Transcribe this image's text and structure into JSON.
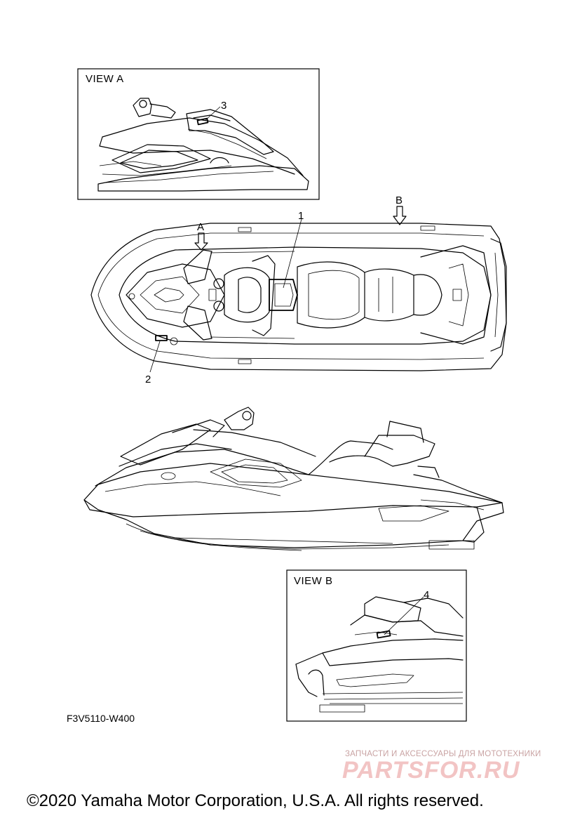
{
  "view_a": {
    "title": "VIEW A"
  },
  "view_b": {
    "title": "VIEW B"
  },
  "arrows": {
    "a": "A",
    "b": "B"
  },
  "callouts": {
    "p1": "1",
    "p2": "2",
    "p3": "3",
    "p4": "4"
  },
  "figure_code": "F3V5110-W400",
  "watermark": {
    "caption": "ЗАПЧАСТИ И АКСЕССУАРЫ ДЛЯ МОТОТЕХНИКИ",
    "brand": "PARTSFOR.RU"
  },
  "copyright": "©2020 Yamaha Motor Corporation, U.S.A. All rights reserved.",
  "colors": {
    "line": "#000000",
    "watermark": "#f2c4c4",
    "background": "#ffffff"
  }
}
